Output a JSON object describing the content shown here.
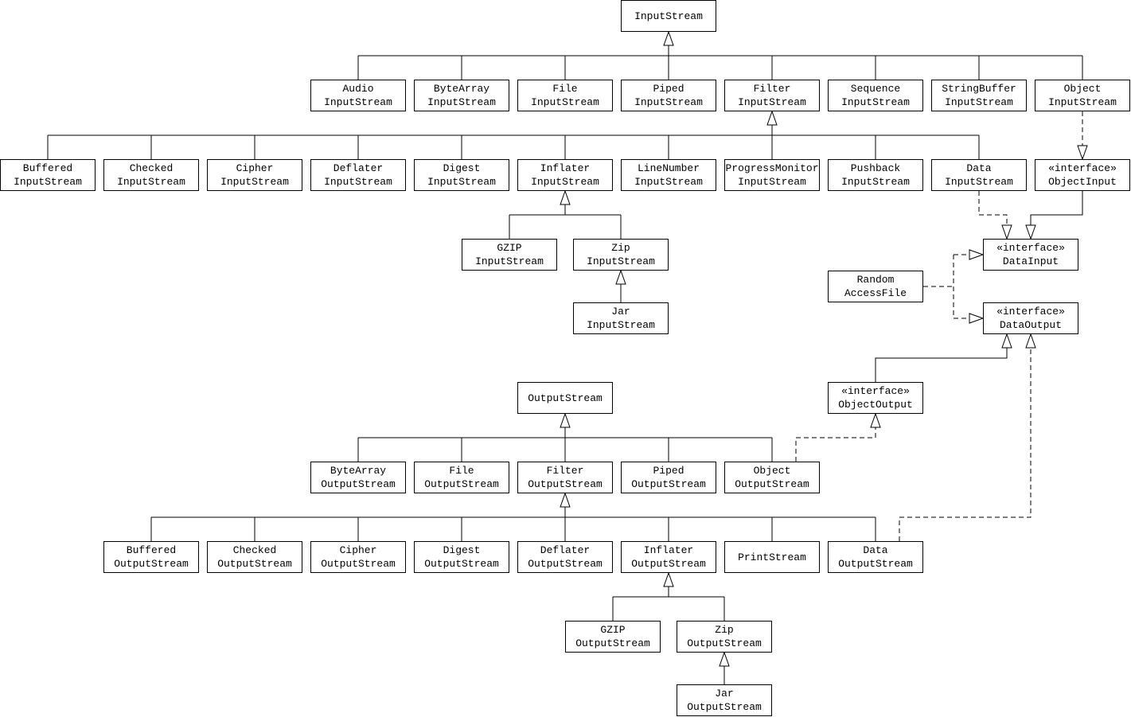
{
  "classes": {
    "input_stream": [
      "InputStream"
    ],
    "audio_input_stream": [
      "Audio",
      "InputStream"
    ],
    "bytearray_input_stream": [
      "ByteArray",
      "InputStream"
    ],
    "file_input_stream": [
      "File",
      "InputStream"
    ],
    "piped_input_stream": [
      "Piped",
      "InputStream"
    ],
    "filter_input_stream": [
      "Filter",
      "InputStream"
    ],
    "sequence_input_stream": [
      "Sequence",
      "InputStream"
    ],
    "stringbuffer_input_stream": [
      "StringBuffer",
      "InputStream"
    ],
    "object_input_stream": [
      "Object",
      "InputStream"
    ],
    "buffered_input_stream": [
      "Buffered",
      "InputStream"
    ],
    "checked_input_stream": [
      "Checked",
      "InputStream"
    ],
    "cipher_input_stream": [
      "Cipher",
      "InputStream"
    ],
    "deflater_input_stream": [
      "Deflater",
      "InputStream"
    ],
    "digest_input_stream": [
      "Digest",
      "InputStream"
    ],
    "inflater_input_stream": [
      "Inflater",
      "InputStream"
    ],
    "linenumber_input_stream": [
      "LineNumber",
      "InputStream"
    ],
    "progressmonitor_input_stream": [
      "ProgressMonitor",
      "InputStream"
    ],
    "pushback_input_stream": [
      "Pushback",
      "InputStream"
    ],
    "data_input_stream": [
      "Data",
      "InputStream"
    ],
    "object_input_interface": [
      "«interface»",
      "ObjectInput"
    ],
    "gzip_input_stream": [
      "GZIP",
      "InputStream"
    ],
    "zip_input_stream": [
      "Zip",
      "InputStream"
    ],
    "jar_input_stream": [
      "Jar",
      "InputStream"
    ],
    "data_input_interface": [
      "«interface»",
      "DataInput"
    ],
    "random_access_file": [
      "Random",
      "AccessFile"
    ],
    "data_output_interface": [
      "«interface»",
      "DataOutput"
    ],
    "object_output_interface": [
      "«interface»",
      "ObjectOutput"
    ],
    "output_stream": [
      "OutputStream"
    ],
    "bytearray_output_stream": [
      "ByteArray",
      "OutputStream"
    ],
    "file_output_stream": [
      "File",
      "OutputStream"
    ],
    "filter_output_stream": [
      "Filter",
      "OutputStream"
    ],
    "piped_output_stream": [
      "Piped",
      "OutputStream"
    ],
    "object_output_stream": [
      "Object",
      "OutputStream"
    ],
    "buffered_output_stream": [
      "Buffered",
      "OutputStream"
    ],
    "checked_output_stream": [
      "Checked",
      "OutputStream"
    ],
    "cipher_output_stream": [
      "Cipher",
      "OutputStream"
    ],
    "digest_output_stream": [
      "Digest",
      "OutputStream"
    ],
    "deflater_output_stream": [
      "Deflater",
      "OutputStream"
    ],
    "inflater_output_stream": [
      "Inflater",
      "OutputStream"
    ],
    "print_stream": [
      "PrintStream"
    ],
    "data_output_stream": [
      "Data",
      "OutputStream"
    ],
    "gzip_output_stream": [
      "GZIP",
      "OutputStream"
    ],
    "zip_output_stream": [
      "Zip",
      "OutputStream"
    ],
    "jar_output_stream": [
      "Jar",
      "OutputStream"
    ]
  },
  "relations": [
    {
      "kind": "extends",
      "parent": "input_stream",
      "children": [
        "audio_input_stream",
        "bytearray_input_stream",
        "file_input_stream",
        "piped_input_stream",
        "filter_input_stream",
        "sequence_input_stream",
        "stringbuffer_input_stream",
        "object_input_stream"
      ]
    },
    {
      "kind": "extends",
      "parent": "filter_input_stream",
      "children": [
        "buffered_input_stream",
        "checked_input_stream",
        "cipher_input_stream",
        "deflater_input_stream",
        "digest_input_stream",
        "inflater_input_stream",
        "linenumber_input_stream",
        "progressmonitor_input_stream",
        "pushback_input_stream",
        "data_input_stream"
      ]
    },
    {
      "kind": "extends",
      "parent": "inflater_input_stream",
      "children": [
        "gzip_input_stream",
        "zip_input_stream"
      ]
    },
    {
      "kind": "extends",
      "parent": "zip_input_stream",
      "children": [
        "jar_input_stream"
      ]
    },
    {
      "kind": "implements",
      "parent": "object_input_interface",
      "children": [
        "object_input_stream"
      ]
    },
    {
      "kind": "implements",
      "parent": "data_input_interface",
      "children": [
        "data_input_stream",
        "random_access_file"
      ]
    },
    {
      "kind": "extends",
      "parent": "data_input_interface",
      "children": [
        "object_input_interface"
      ]
    },
    {
      "kind": "implements",
      "parent": "data_output_interface",
      "children": [
        "random_access_file",
        "data_output_stream"
      ]
    },
    {
      "kind": "extends",
      "parent": "data_output_interface",
      "children": [
        "object_output_interface"
      ]
    },
    {
      "kind": "implements",
      "parent": "object_output_interface",
      "children": [
        "object_output_stream"
      ]
    },
    {
      "kind": "extends",
      "parent": "output_stream",
      "children": [
        "bytearray_output_stream",
        "file_output_stream",
        "filter_output_stream",
        "piped_output_stream",
        "object_output_stream"
      ]
    },
    {
      "kind": "extends",
      "parent": "filter_output_stream",
      "children": [
        "buffered_output_stream",
        "checked_output_stream",
        "cipher_output_stream",
        "digest_output_stream",
        "deflater_output_stream",
        "inflater_output_stream",
        "print_stream",
        "data_output_stream"
      ]
    },
    {
      "kind": "extends",
      "parent": "inflater_output_stream",
      "children": [
        "gzip_output_stream",
        "zip_output_stream"
      ]
    },
    {
      "kind": "extends",
      "parent": "zip_output_stream",
      "children": [
        "jar_output_stream"
      ]
    }
  ]
}
